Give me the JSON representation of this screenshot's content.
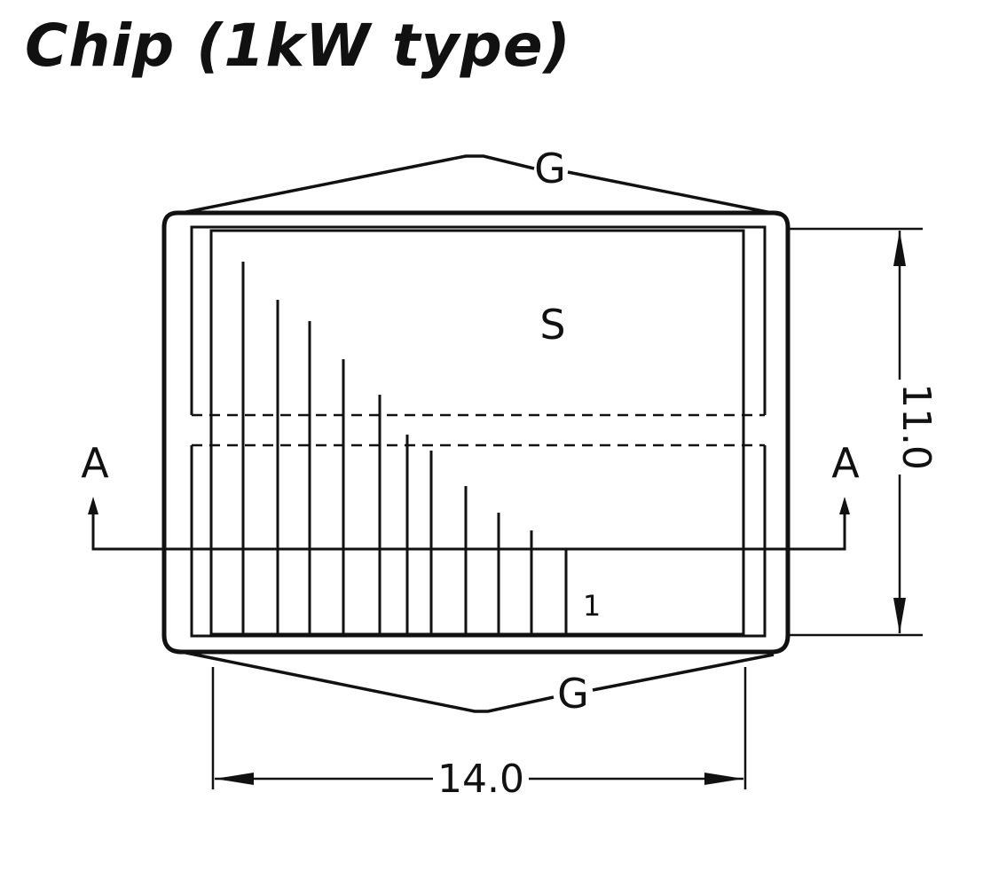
{
  "title": "Chip (1kW type)",
  "labels": {
    "gate_top": "G",
    "gate_bottom": "G",
    "source": "S",
    "section_left": "A",
    "section_right": "A",
    "finger_index": "1"
  },
  "dimensions": {
    "width": "14.0",
    "height": "11.0"
  },
  "colors": {
    "ink": "#111111",
    "background": "#ffffff"
  }
}
